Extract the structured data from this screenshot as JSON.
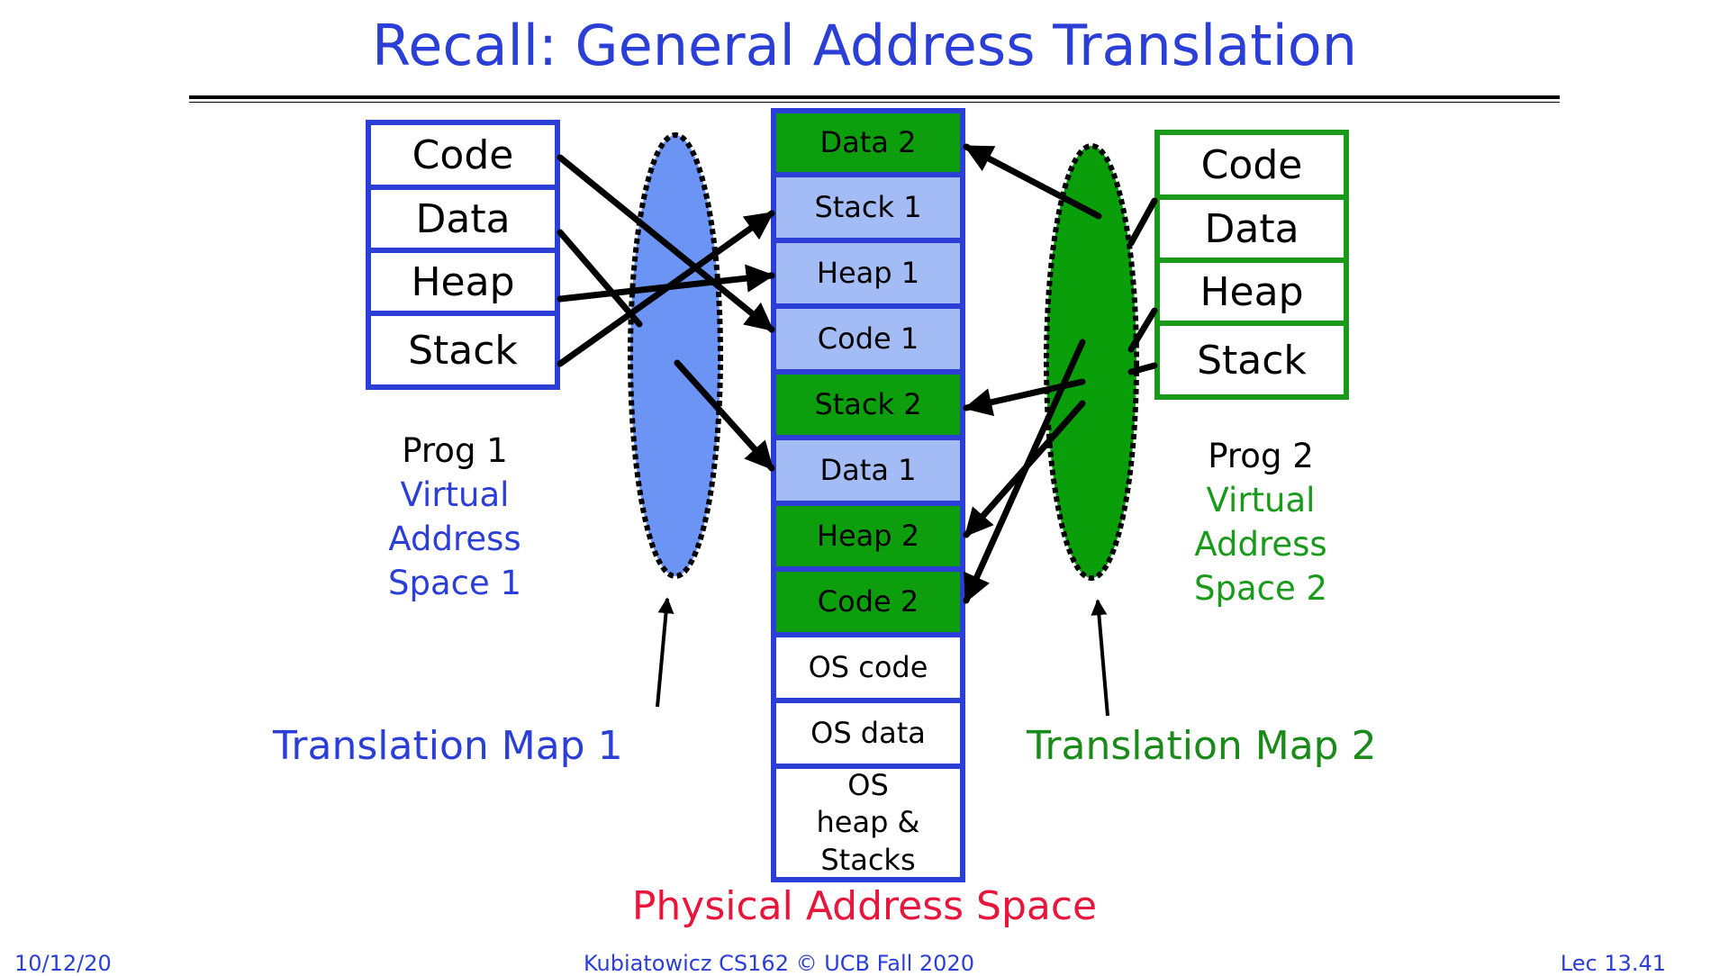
{
  "title": "Recall: General Address Translation",
  "prog1": {
    "segments": [
      "Code",
      "Data",
      "Heap",
      "Stack"
    ],
    "label_line1": "Prog 1",
    "label_lines": [
      "Virtual",
      "Address",
      "Space 1"
    ]
  },
  "prog2": {
    "segments": [
      "Code",
      "Data",
      "Heap",
      "Stack"
    ],
    "label_line1": "Prog 2",
    "label_lines": [
      "Virtual",
      "Address",
      "Space 2"
    ]
  },
  "physical": {
    "label": "Physical Address Space",
    "cells": [
      {
        "text": "Data 2",
        "owner": "prog2"
      },
      {
        "text": "Stack 1",
        "owner": "prog1"
      },
      {
        "text": "Heap 1",
        "owner": "prog1"
      },
      {
        "text": "Code 1",
        "owner": "prog1"
      },
      {
        "text": "Stack 2",
        "owner": "prog2"
      },
      {
        "text": "Data 1",
        "owner": "prog1"
      },
      {
        "text": "Heap 2",
        "owner": "prog2"
      },
      {
        "text": "Code 2",
        "owner": "prog2"
      },
      {
        "text": "OS code",
        "owner": "os"
      },
      {
        "text": "OS data",
        "owner": "os"
      },
      {
        "text": "OS heap & Stacks",
        "owner": "os"
      }
    ]
  },
  "map1_label": "Translation Map 1",
  "map2_label": "Translation Map 2",
  "footer": {
    "date": "10/12/20",
    "center": "Kubiatowicz CS162 © UCB Fall 2020",
    "right": "Lec 13.41"
  },
  "colors": {
    "title_blue": "#2b3fd6",
    "prog2_green": "#1a9a1a",
    "phys_label_red": "#e8163c",
    "map1_fill": "#6b94f4",
    "map2_fill": "#0a9e0a",
    "light_blue_cell": "#a3bcf5"
  }
}
